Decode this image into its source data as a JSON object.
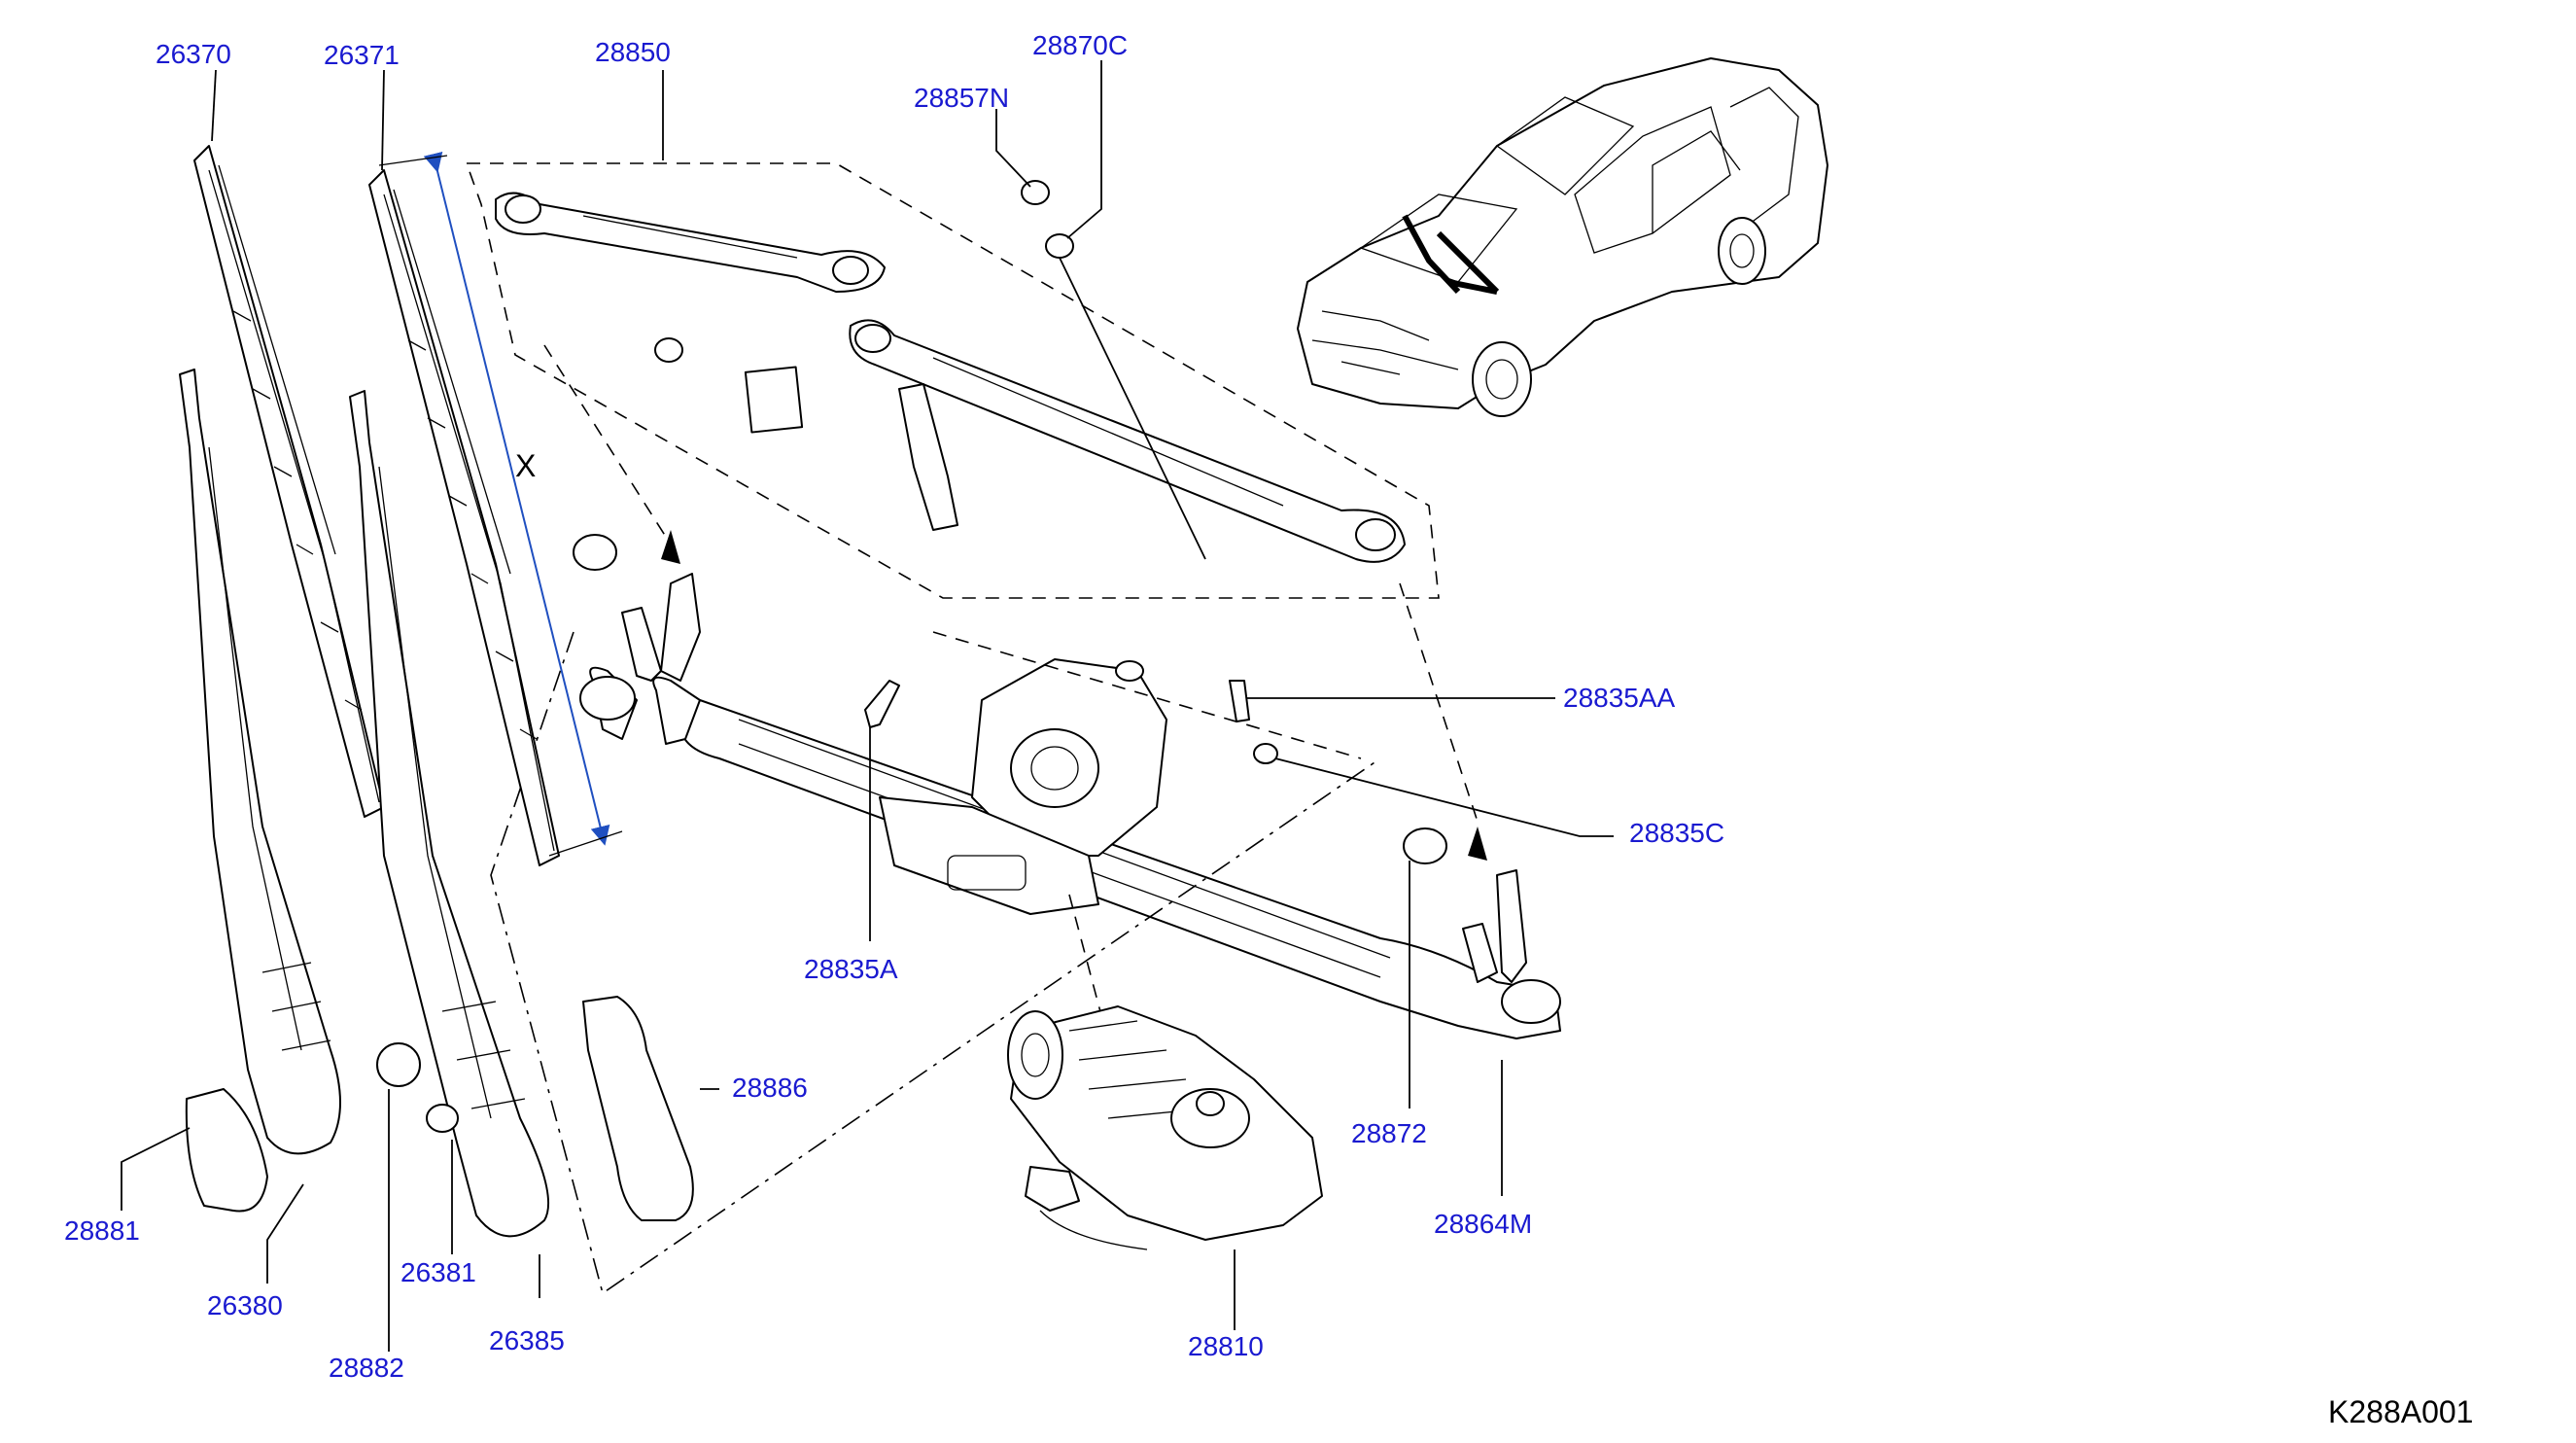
{
  "diagram": {
    "code": "K288A001",
    "dimension_marker": "X",
    "parts": [
      {
        "id": "p26370",
        "number": "26370"
      },
      {
        "id": "p26371",
        "number": "26371"
      },
      {
        "id": "p28850",
        "number": "28850"
      },
      {
        "id": "p28857N",
        "number": "28857N"
      },
      {
        "id": "p28870C",
        "number": "28870C"
      },
      {
        "id": "p28835AA",
        "number": "28835AA"
      },
      {
        "id": "p28835C",
        "number": "28835C"
      },
      {
        "id": "p28835A",
        "number": "28835A"
      },
      {
        "id": "p28886",
        "number": "28886"
      },
      {
        "id": "p28872",
        "number": "28872"
      },
      {
        "id": "p28864M",
        "number": "28864M"
      },
      {
        "id": "p28881",
        "number": "28881"
      },
      {
        "id": "p26380",
        "number": "26380"
      },
      {
        "id": "p26381",
        "number": "26381"
      },
      {
        "id": "p28882",
        "number": "28882"
      },
      {
        "id": "p26385",
        "number": "26385"
      },
      {
        "id": "p28810",
        "number": "28810"
      }
    ]
  },
  "colors": {
    "label": "#1a1ad0",
    "line": "#000000",
    "dimension": "#1f4fc0"
  }
}
